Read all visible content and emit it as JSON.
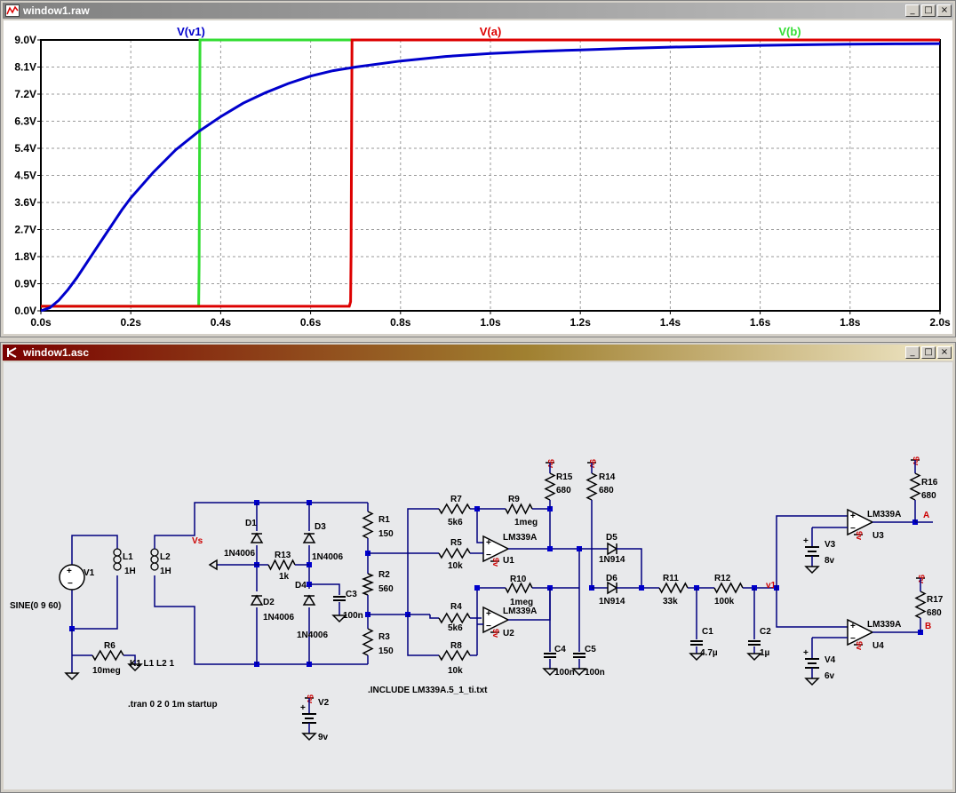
{
  "plot_window": {
    "title": "window1.raw",
    "buttons": {
      "minimize": "_",
      "maximize": "□",
      "close": "×"
    }
  },
  "schematic_window": {
    "title": "window1.asc",
    "buttons": {
      "minimize": "_",
      "maximize": "□",
      "close": "×"
    }
  },
  "colors": {
    "v_v1": "#0000cc",
    "v_a": "#dd0000",
    "v_b": "#33dd33",
    "wire": "#000080",
    "net_label": "#cc0000",
    "node": "#0000cc",
    "background": "#e8e9eb"
  },
  "chart_data": {
    "type": "line",
    "title": "",
    "xlabel": "",
    "ylabel": "",
    "xlim": [
      0,
      2.0
    ],
    "ylim": [
      0,
      9.0
    ],
    "grid": true,
    "x_ticks": [
      "0.0s",
      "0.2s",
      "0.4s",
      "0.6s",
      "0.8s",
      "1.0s",
      "1.2s",
      "1.4s",
      "1.6s",
      "1.8s",
      "2.0s"
    ],
    "y_ticks": [
      "0.0V",
      "0.9V",
      "1.8V",
      "2.7V",
      "3.6V",
      "4.5V",
      "5.4V",
      "6.3V",
      "7.2V",
      "8.1V",
      "9.0V"
    ],
    "legend_position": "top",
    "series": [
      {
        "name": "V(v1)",
        "color": "#0000cc",
        "x": [
          0,
          0.02,
          0.04,
          0.06,
          0.08,
          0.1,
          0.12,
          0.14,
          0.16,
          0.18,
          0.2,
          0.25,
          0.3,
          0.35,
          0.4,
          0.45,
          0.5,
          0.55,
          0.6,
          0.65,
          0.7,
          0.8,
          0.9,
          1.0,
          1.1,
          1.2,
          1.3,
          1.4,
          1.5,
          1.6,
          1.7,
          1.8,
          1.9,
          2.0
        ],
        "y": [
          0,
          0.1,
          0.35,
          0.7,
          1.1,
          1.55,
          2.0,
          2.45,
          2.9,
          3.35,
          3.75,
          4.6,
          5.35,
          5.95,
          6.45,
          6.9,
          7.25,
          7.55,
          7.8,
          7.98,
          8.1,
          8.3,
          8.45,
          8.55,
          8.62,
          8.67,
          8.72,
          8.76,
          8.79,
          8.82,
          8.84,
          8.86,
          8.87,
          8.88
        ]
      },
      {
        "name": "V(a)",
        "color": "#dd0000",
        "x": [
          0,
          0.686,
          0.689,
          0.69,
          0.692,
          0.696,
          2.0
        ],
        "y": [
          0.15,
          0.15,
          0.3,
          1.8,
          9.0,
          9.0,
          9.0
        ]
      },
      {
        "name": "V(b)",
        "color": "#33dd33",
        "x": [
          0,
          0.351,
          0.352,
          0.354,
          2.0
        ],
        "y": [
          0.15,
          0.15,
          1.5,
          9.0,
          9.0
        ]
      }
    ]
  },
  "schematic": {
    "voltage_sources": [
      {
        "ref": "V1",
        "value": "SINE(0 9 60)"
      },
      {
        "ref": "V2",
        "value": "9v"
      },
      {
        "ref": "V3",
        "value": "8v"
      },
      {
        "ref": "V4",
        "value": "6v"
      }
    ],
    "coupling": "K1 L1 L2 1",
    "transient": ".tran 0 2 0 1m startup",
    "include": ".INCLUDE LM339A.5_1_ti.txt",
    "inductors": [
      {
        "ref": "L1",
        "value": "1H"
      },
      {
        "ref": "L2",
        "value": "1H"
      }
    ],
    "diodes": [
      {
        "ref": "D1",
        "model": "1N4006"
      },
      {
        "ref": "D2",
        "model": "1N4006"
      },
      {
        "ref": "D3",
        "model": "1N4006"
      },
      {
        "ref": "D4",
        "model": "1N4006"
      },
      {
        "ref": "D5",
        "model": "1N914"
      },
      {
        "ref": "D6",
        "model": "1N914"
      }
    ],
    "resistors": [
      {
        "ref": "R1",
        "value": "150"
      },
      {
        "ref": "R2",
        "value": "560"
      },
      {
        "ref": "R3",
        "value": "150"
      },
      {
        "ref": "R4",
        "value": "5k6"
      },
      {
        "ref": "R5",
        "value": "10k"
      },
      {
        "ref": "R6",
        "value": "10meg"
      },
      {
        "ref": "R7",
        "value": "5k6"
      },
      {
        "ref": "R8",
        "value": "10k"
      },
      {
        "ref": "R9",
        "value": "1meg"
      },
      {
        "ref": "R10",
        "value": "1meg"
      },
      {
        "ref": "R11",
        "value": "33k"
      },
      {
        "ref": "R12",
        "value": "100k"
      },
      {
        "ref": "R13",
        "value": "1k"
      },
      {
        "ref": "R14",
        "value": "680"
      },
      {
        "ref": "R15",
        "value": "680"
      },
      {
        "ref": "R16",
        "value": "680"
      },
      {
        "ref": "R17",
        "value": "680"
      }
    ],
    "capacitors": [
      {
        "ref": "C1",
        "value": "4.7µ"
      },
      {
        "ref": "C2",
        "value": "1µ"
      },
      {
        "ref": "C3",
        "value": "100n"
      },
      {
        "ref": "C4",
        "value": "100n"
      },
      {
        "ref": "C5",
        "value": "100n"
      }
    ],
    "opamps": [
      {
        "ref": "U1",
        "model": "LM339A"
      },
      {
        "ref": "U2",
        "model": "LM339A"
      },
      {
        "ref": "U3",
        "model": "LM339A"
      },
      {
        "ref": "U4",
        "model": "LM339A"
      }
    ],
    "net_labels": {
      "vs": "Vs",
      "v1": "v1",
      "a": "A",
      "b": "B",
      "supply": "9v"
    }
  }
}
